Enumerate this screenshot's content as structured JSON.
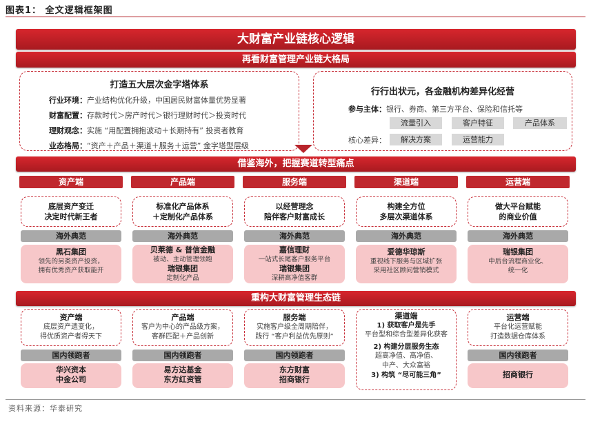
{
  "figure": {
    "title": "图表1：  全文逻辑框架图",
    "source": "资料来源：华泰研究"
  },
  "bars": {
    "main": "大财富产业链核心逻辑",
    "sub": "再看财富管理产业链大格局",
    "mid": "借鉴海外，把握赛道转型痛点",
    "eco": "重构大财富管理生态链"
  },
  "pyramid": {
    "title": "打造五大层次金字塔体系",
    "rows": [
      {
        "label": "行业环境：",
        "text": "产业结构优化升级，中国居民财富体量优势显著"
      },
      {
        "label": "财富配置：",
        "text": "存款时代＞房产时代＞银行理财时代＞投资时代"
      },
      {
        "label": "理财观念：",
        "text": "实施 “用配置拥抱波动＋长期持有” 投资者教育"
      },
      {
        "label": "业态格局：",
        "text": "“资产＋产品＋渠道＋服务＋运营” 金字塔型层级"
      }
    ]
  },
  "compete": {
    "title": "行行出状元，各金融机构差异化经营",
    "participants_label": "参与主体：",
    "participants_text": "银行、券商、第三方平台、保险和信托等",
    "tags_row1": [
      "流量引入",
      "客户特征",
      "产品体系"
    ],
    "core_label": "核心差异：",
    "tags_row2": [
      "解决方案",
      "运营能力"
    ]
  },
  "columns": [
    {
      "head": "资产端",
      "core": [
        "底层资产变迁",
        "决定时代新王者"
      ],
      "overseas_label": "海外典范",
      "examples": [
        {
          "name": "黑石集团",
          "desc": [
            "领先的另类资产投资，",
            "拥有优秀资产获取能开"
          ]
        }
      ]
    },
    {
      "head": "产品端",
      "core": [
        "标准化产品体系",
        "＋定制化产品体系"
      ],
      "overseas_label": "海外典范",
      "examples": [
        {
          "name": "贝莱德 & 普信金融",
          "desc": [
            "被动、主动管理领跑"
          ]
        },
        {
          "name": "瑞银集团",
          "desc": [
            "定制化产品"
          ]
        }
      ]
    },
    {
      "head": "服务端",
      "core": [
        "以经营理念",
        "陪伴客户财富成长"
      ],
      "overseas_label": "海外典范",
      "examples": [
        {
          "name": "嘉信理财",
          "desc": [
            "一站式长尾客户服务平台"
          ]
        },
        {
          "name": "瑞银集团",
          "desc": [
            "深耕高净值客群"
          ]
        }
      ]
    },
    {
      "head": "渠道端",
      "core": [
        "构建全方位",
        "多层次渠道体系"
      ],
      "overseas_label": "海外典范",
      "examples": [
        {
          "name": "爱德华琼斯",
          "desc": [
            "重视线下服务与区域扩张",
            "采用社区顾问营销模式"
          ]
        }
      ]
    },
    {
      "head": "运营端",
      "core": [
        "做大平台赋能",
        "的商业价值"
      ],
      "overseas_label": "海外典范",
      "examples": [
        {
          "name": "瑞银集团",
          "desc": [
            "中后台流程商业化、",
            "统一化"
          ]
        }
      ]
    }
  ],
  "eco_columns": [
    {
      "title": "资产端",
      "lines": [
        "底层资产遗变化，",
        "得优质资产者得天下"
      ],
      "domestic_label": "国内领跑者",
      "leaders": [
        "华兴资本",
        "中金公司"
      ]
    },
    {
      "title": "产品端",
      "lines": [
        "客户为中心的产品级方案，",
        "客群匹配＋产品创新"
      ],
      "domestic_label": "国内领跑者",
      "leaders": [
        "易方达基金",
        "东方红资管"
      ]
    },
    {
      "title": "服务端",
      "lines": [
        "实施客户级全周期陪伴，",
        "践行 “客户利益优先原则”"
      ],
      "domestic_label": "国内领跑者",
      "leaders": [
        "东方财富",
        "招商银行"
      ]
    },
    {
      "title": "渠道端",
      "lines": [
        "1) 获取客户是先手",
        "平台型和综合型差异化获客",
        "2) 构建分层服务生态",
        "超高净值、高净值、",
        "中产、大众富裕",
        "3) 构筑 “尽可能三角”"
      ]
    },
    {
      "title": "运营端",
      "lines": [
        "平台化运营赋能",
        "打造数据仓库体系"
      ],
      "domestic_label": "国内领跑者",
      "leaders": [
        "招商银行"
      ]
    }
  ]
}
